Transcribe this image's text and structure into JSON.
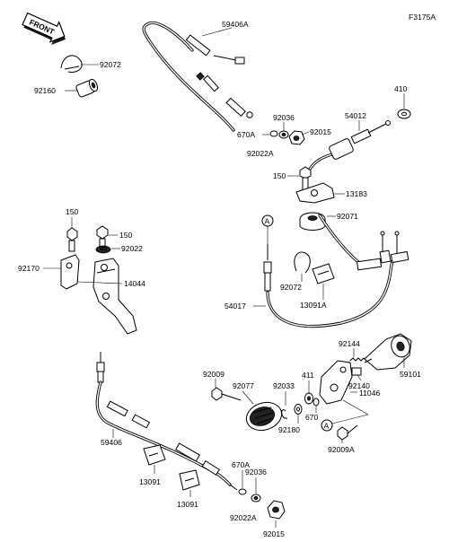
{
  "diagram_id": "F3175A",
  "front_label": "FRONT",
  "callout_letter": "A",
  "parts": [
    {
      "key": "p59406A",
      "text": "59406A"
    },
    {
      "key": "p92072_top",
      "text": "92072"
    },
    {
      "key": "p92160",
      "text": "92160"
    },
    {
      "key": "p410",
      "text": "410"
    },
    {
      "key": "p54012",
      "text": "54012"
    },
    {
      "key": "p92036_top",
      "text": "92036"
    },
    {
      "key": "p92015_top",
      "text": "92015"
    },
    {
      "key": "p670A_top",
      "text": "670A"
    },
    {
      "key": "p92022A_top",
      "text": "92022A"
    },
    {
      "key": "p150_right",
      "text": "150"
    },
    {
      "key": "p13183",
      "text": "13183"
    },
    {
      "key": "p92071",
      "text": "92071"
    },
    {
      "key": "p150_left",
      "text": "150"
    },
    {
      "key": "p150_mid",
      "text": "150"
    },
    {
      "key": "p92022",
      "text": "92022"
    },
    {
      "key": "p92170",
      "text": "92170"
    },
    {
      "key": "p14044",
      "text": "14044"
    },
    {
      "key": "p92072_mid",
      "text": "92072"
    },
    {
      "key": "p13091A",
      "text": "13091A"
    },
    {
      "key": "p54017",
      "text": "54017"
    },
    {
      "key": "p92144",
      "text": "92144"
    },
    {
      "key": "p59101",
      "text": "59101"
    },
    {
      "key": "p92009",
      "text": "92009"
    },
    {
      "key": "p92077",
      "text": "92077"
    },
    {
      "key": "p92033",
      "text": "92033"
    },
    {
      "key": "p411",
      "text": "411"
    },
    {
      "key": "p92140",
      "text": "92140"
    },
    {
      "key": "p11046",
      "text": "11046"
    },
    {
      "key": "p670",
      "text": "670"
    },
    {
      "key": "p92180",
      "text": "92180"
    },
    {
      "key": "p92009A",
      "text": "92009A"
    },
    {
      "key": "p59406",
      "text": "59406"
    },
    {
      "key": "p670A_bot",
      "text": "670A"
    },
    {
      "key": "p92036_bot",
      "text": "92036"
    },
    {
      "key": "p13091_left",
      "text": "13091"
    },
    {
      "key": "p13091_right",
      "text": "13091"
    },
    {
      "key": "p92022A_bot",
      "text": "92022A"
    },
    {
      "key": "p92015_bot",
      "text": "92015"
    }
  ]
}
